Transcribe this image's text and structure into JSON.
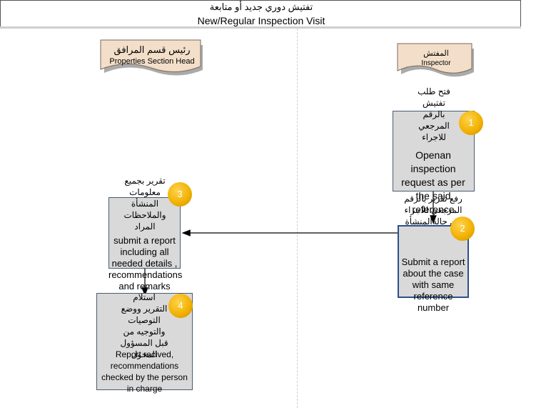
{
  "header": {
    "title_ar": "تفتيش دوري جديد أو متابعة",
    "title_en": "New/Regular Inspection Visit"
  },
  "roles": {
    "section_head": {
      "ar": "رئيس قسم المرافق",
      "en": "Properties Section Head"
    },
    "inspector": {
      "ar": "المفتش",
      "en": "Inspector"
    }
  },
  "steps": [
    {
      "number": "1",
      "ar": "فتح طلب تفتيش بالرقم المرجعي للاجراء",
      "en": "Openan inspection request as per the said reference"
    },
    {
      "number": "2",
      "ar": "رفع تقرير بالرقم المرجعي للاجراء عن حالةالمنشأة",
      "en": "Submit a report about the case with same reference number"
    },
    {
      "number": "3",
      "ar": "تقرير بجميع معلومات المنشأة والملاحظات المراد",
      "en": "submit a report including all needed details , recommendations and remarks"
    },
    {
      "number": "4",
      "ar": "استلام التقرير ووضع التوصيات والتوجيه من قبل المسؤول المخول",
      "en": "Report recived, recommendations checked by the person in charge"
    }
  ]
}
